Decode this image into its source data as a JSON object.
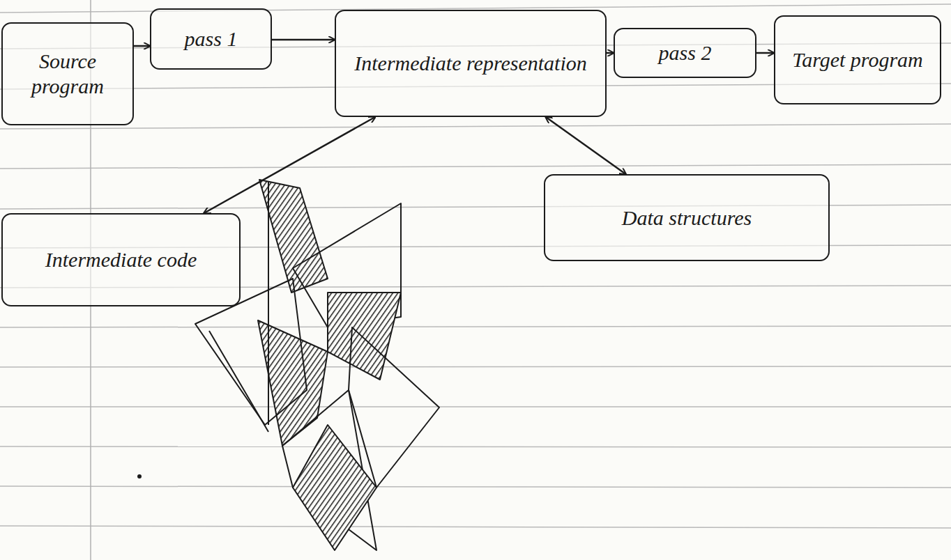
{
  "diagram": {
    "nodes": [
      {
        "text": [
          "Source program"
        ]
      },
      {
        "text": [
          "pass 1"
        ]
      },
      {
        "text": [
          "Intermediate representation"
        ]
      },
      {
        "text": [
          "pass 2"
        ]
      },
      {
        "text": [
          "Target program"
        ]
      },
      {
        "text": [
          "Intermediate code"
        ]
      },
      {
        "text": [
          "Data structures"
        ]
      }
    ],
    "edges": [
      {
        "from": 0,
        "to": 1,
        "arrow": "to"
      },
      {
        "from": 1,
        "to": 2,
        "arrow": "to"
      },
      {
        "from": 2,
        "to": 3,
        "arrow": "to"
      },
      {
        "from": 3,
        "to": 4,
        "arrow": "to"
      },
      {
        "from": 5,
        "to": 2,
        "arrow": "both"
      },
      {
        "from": 2,
        "to": 6,
        "arrow": "both"
      }
    ]
  }
}
